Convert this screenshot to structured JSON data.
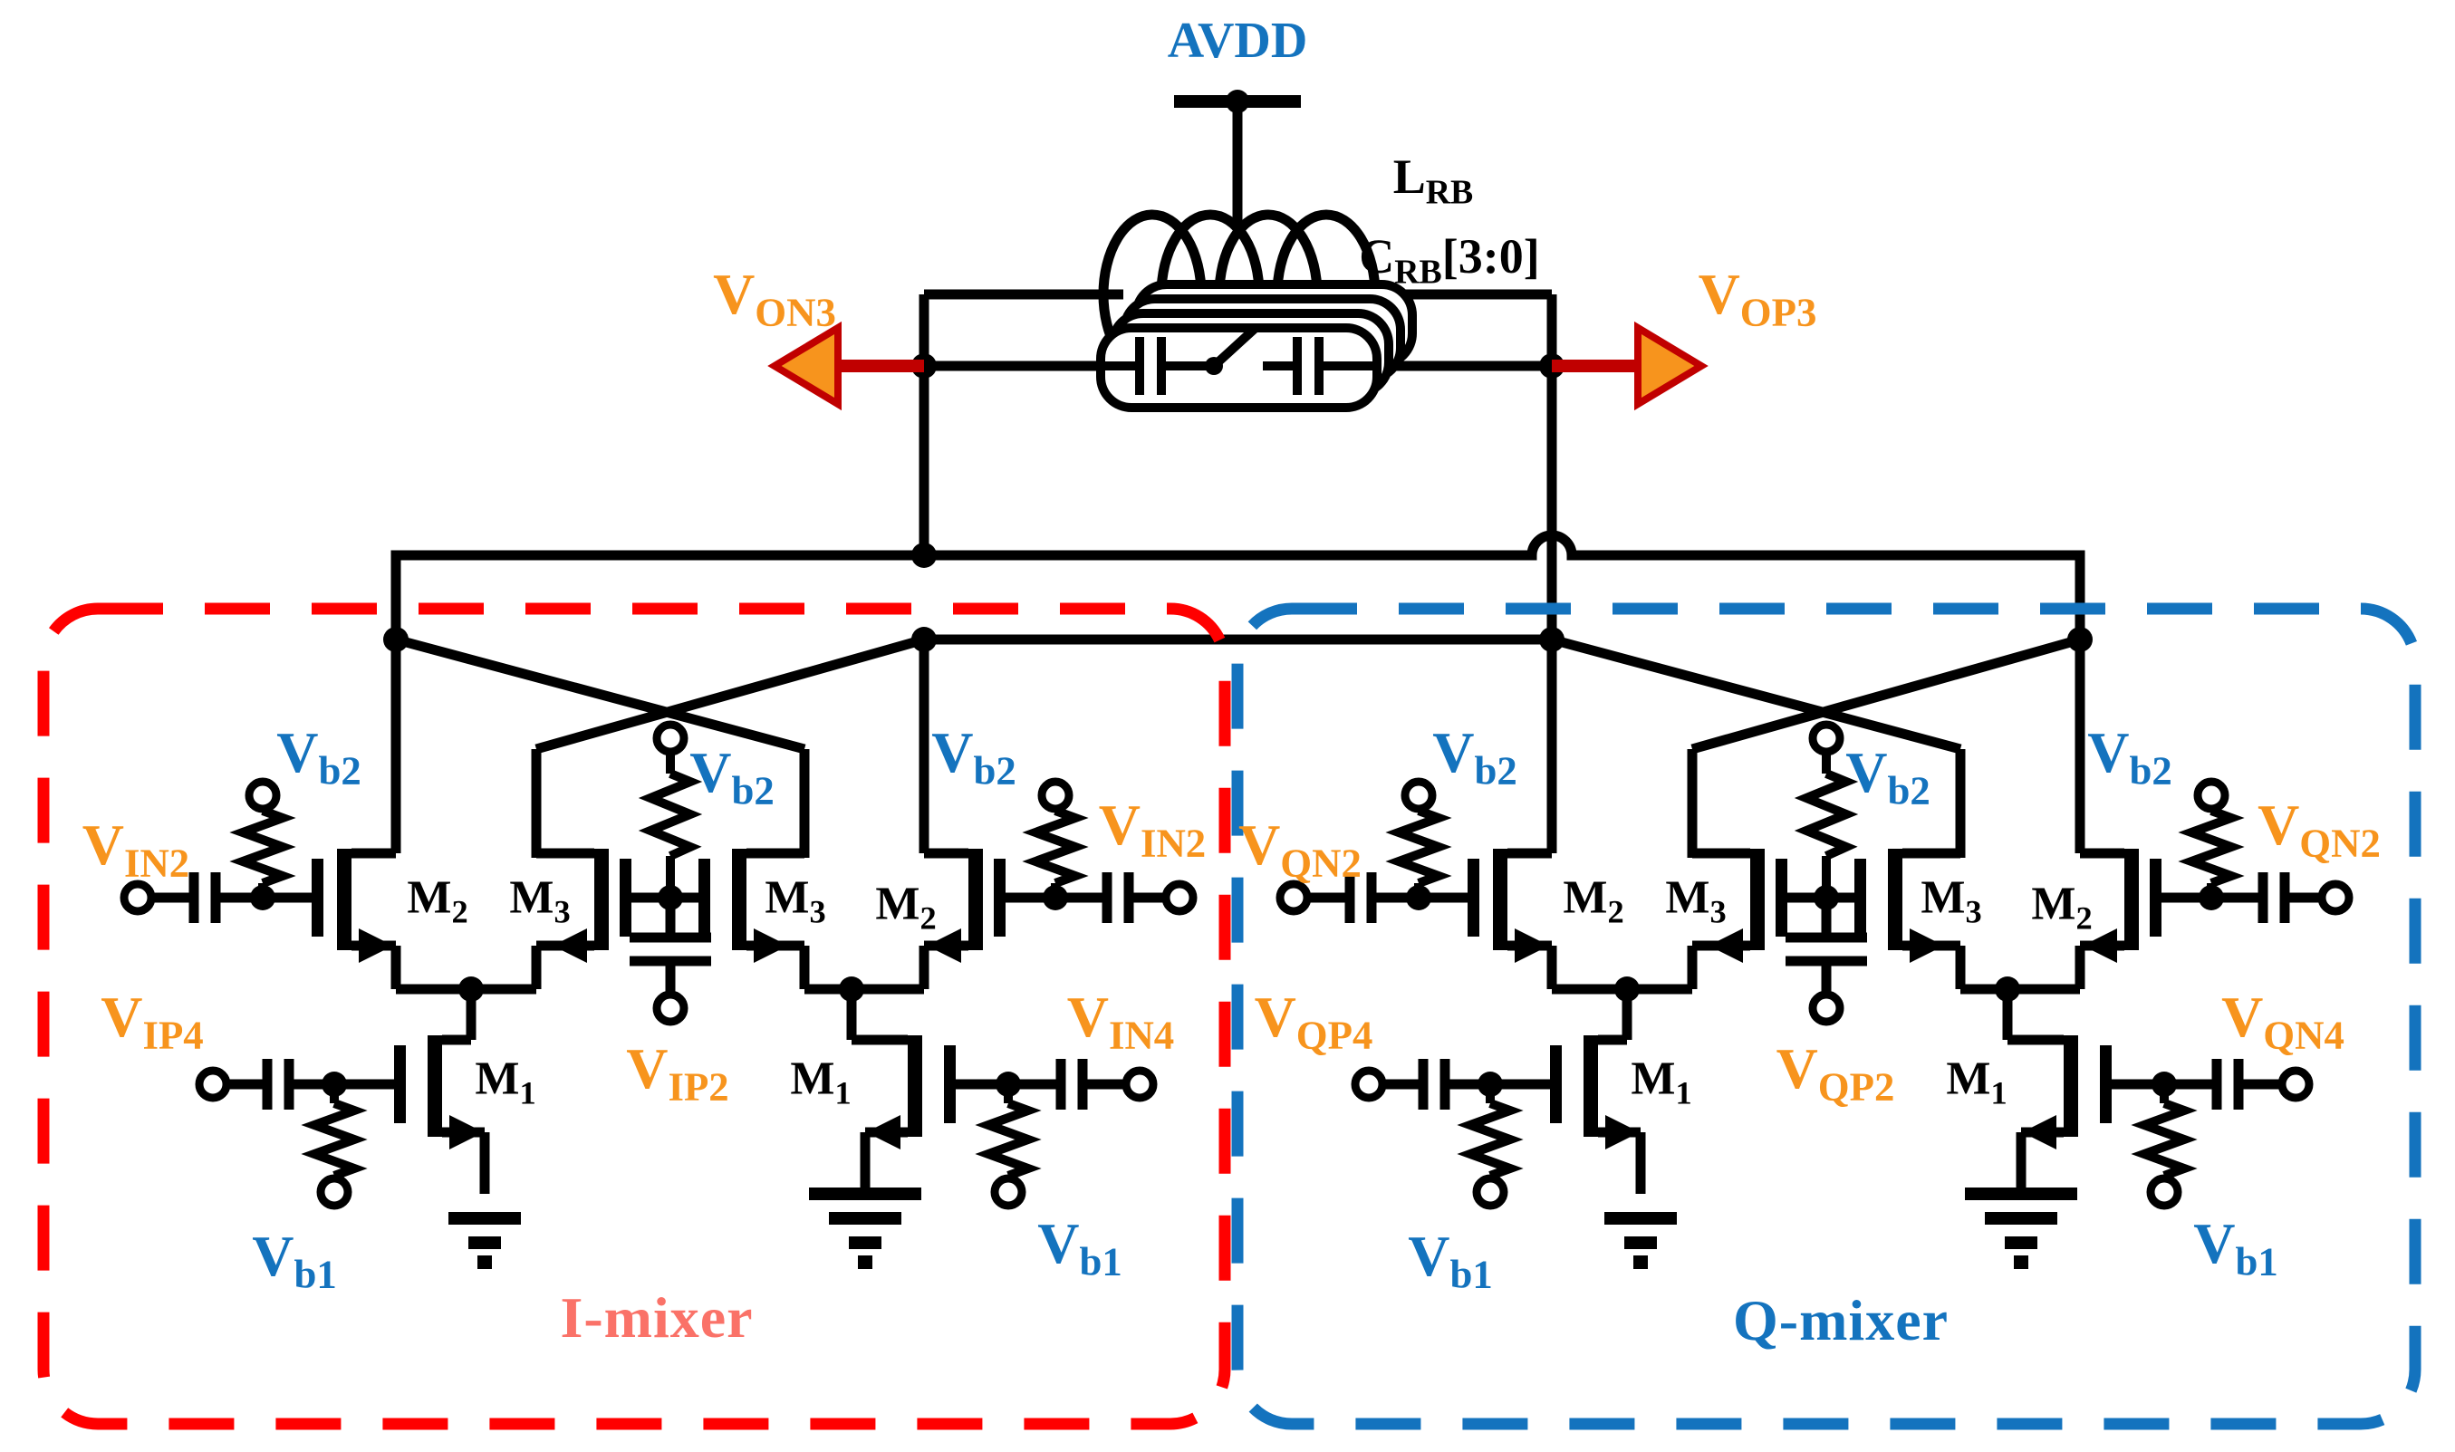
{
  "supply": {
    "label": "AVDD"
  },
  "tank": {
    "l_main": "L",
    "l_sub": "RB",
    "c_main": "C",
    "c_sub": "RB",
    "c_post": "[3:0]"
  },
  "outs": {
    "n_main": "V",
    "n_sub": "ON3",
    "p_main": "V",
    "p_sub": "OP3"
  },
  "bias": {
    "b1_main": "V",
    "b1_sub": "b1",
    "b2_main": "V",
    "b2_sub": "b2"
  },
  "devices": {
    "m1_main": "M",
    "m1_sub": "1",
    "m2_main": "M",
    "m2_sub": "2",
    "m3_main": "M",
    "m3_sub": "3"
  },
  "i": {
    "title": "I-mixer",
    "tl_main": "V",
    "tl_sub": "IN2",
    "tr_main": "V",
    "tr_sub": "IN2",
    "bl_main": "V",
    "bl_sub": "IP4",
    "mid_main": "V",
    "mid_sub": "IP2",
    "br_main": "V",
    "br_sub": "IN4"
  },
  "q": {
    "title": "Q-mixer",
    "tl_main": "V",
    "tl_sub": "QN2",
    "tr_main": "V",
    "tr_sub": "QN2",
    "bl_main": "V",
    "bl_sub": "QP4",
    "mid_main": "V",
    "mid_sub": "QP2",
    "br_main": "V",
    "br_sub": "QN4"
  },
  "colors": {
    "accent_blue": "#1473BE",
    "accent_orange": "#F7941D",
    "box_red": "#FF0000",
    "label_salmon": "#FA7268",
    "arrow_dark_red": "#C00000",
    "wire_black": "#000000"
  }
}
